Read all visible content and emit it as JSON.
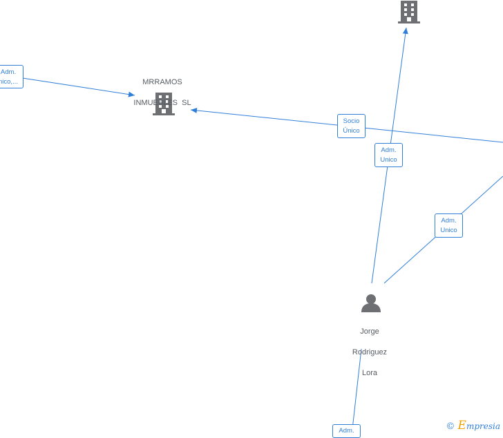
{
  "colors": {
    "edge": "#2f7ed8",
    "icon": "#6d6f72",
    "label": "#555b61"
  },
  "nodes": {
    "company_mrramos": {
      "name_line1": "MRRAMOS",
      "name_line2": "INMUEBLES  SL",
      "icon": "building-icon"
    },
    "company_top": {
      "name": "",
      "icon": "building-icon"
    },
    "person_jorge": {
      "name_line1": "Jorge",
      "name_line2": "Rodriguez",
      "name_line3": "Lora",
      "icon": "person-icon"
    }
  },
  "edges": {
    "left_adm": {
      "line1": "Adm.",
      "line2": "nico,..."
    },
    "socio_unico": {
      "line1": "Socio",
      "line2": "Único"
    },
    "adm_unico_top": {
      "line1": "Adm.",
      "line2": "Unico"
    },
    "adm_unico_right": {
      "line1": "Adm.",
      "line2": "Unico"
    },
    "adm_bottom": {
      "line1": "Adm."
    }
  },
  "watermark": {
    "symbol": "©",
    "e": "E",
    "rest": "mpresia"
  }
}
